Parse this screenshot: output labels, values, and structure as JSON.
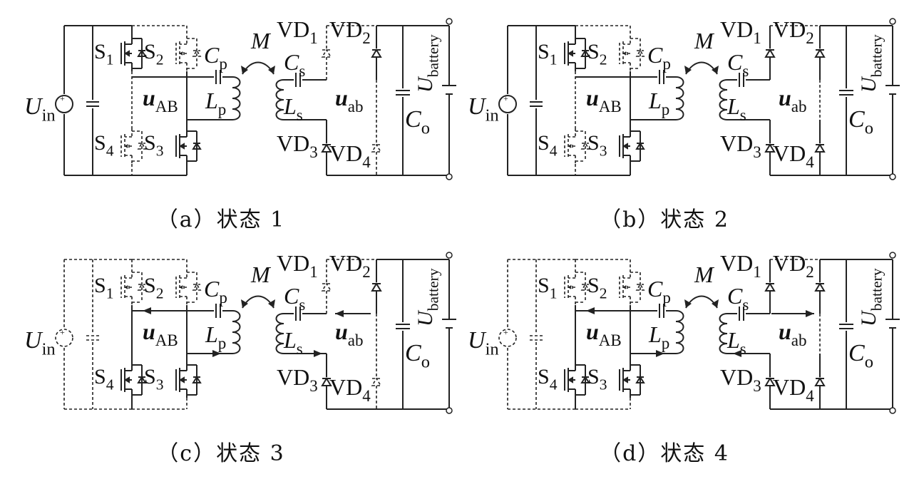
{
  "panels": [
    {
      "id": "a",
      "caption": "（a）状态 1",
      "state": 1
    },
    {
      "id": "b",
      "caption": "（b）状态 2",
      "state": 2
    },
    {
      "id": "c",
      "caption": "（c）状态 3",
      "state": 3
    },
    {
      "id": "d",
      "caption": "（d）状态 4",
      "state": 4
    }
  ],
  "labels": {
    "S": "S",
    "VD": "VD",
    "U": "U",
    "in": "in",
    "battery": "battery",
    "C": "C",
    "L": "L",
    "M": "M",
    "u": "u",
    "AB": "AB",
    "ab": "ab",
    "p": "p",
    "s": "s",
    "o": "o",
    "n1": "1",
    "n2": "2",
    "n3": "3",
    "n4": "4"
  }
}
